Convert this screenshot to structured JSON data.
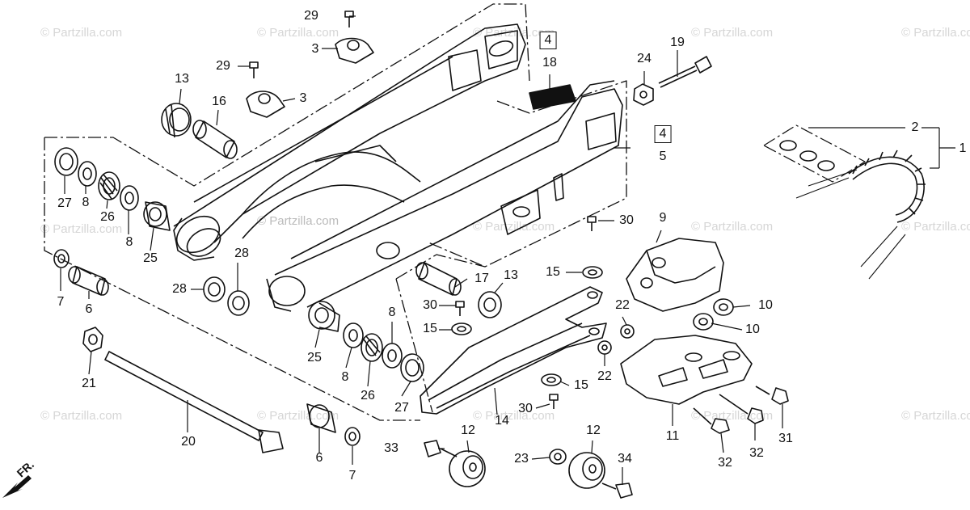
{
  "watermark_text": "© Partzilla.com",
  "front_marker": "FR.",
  "labels": {
    "p1": "1",
    "p2": "2",
    "p3a": "3",
    "p3b": "3",
    "p4a": "4",
    "p4b": "4",
    "p5": "5",
    "p6a": "6",
    "p6b": "6",
    "p7a": "7",
    "p7b": "7",
    "p8a": "8",
    "p8b": "8",
    "p8c": "8",
    "p8d": "8",
    "p9": "9",
    "p10a": "10",
    "p10b": "10",
    "p11": "11",
    "p12a": "12",
    "p12b": "12",
    "p13a": "13",
    "p13b": "13",
    "p14": "14",
    "p15a": "15",
    "p15b": "15",
    "p15c": "15",
    "p16": "16",
    "p17": "17",
    "p18": "18",
    "p19": "19",
    "p20": "20",
    "p21": "21",
    "p22a": "22",
    "p22b": "22",
    "p23": "23",
    "p24": "24",
    "p25a": "25",
    "p25b": "25",
    "p26a": "26",
    "p26b": "26",
    "p27a": "27",
    "p27b": "27",
    "p28a": "28",
    "p28b": "28",
    "p29a": "29",
    "p29b": "29",
    "p30a": "30",
    "p30b": "30",
    "p30c": "30",
    "p31": "31",
    "p32a": "32",
    "p32b": "32",
    "p33": "33",
    "p34": "34"
  }
}
